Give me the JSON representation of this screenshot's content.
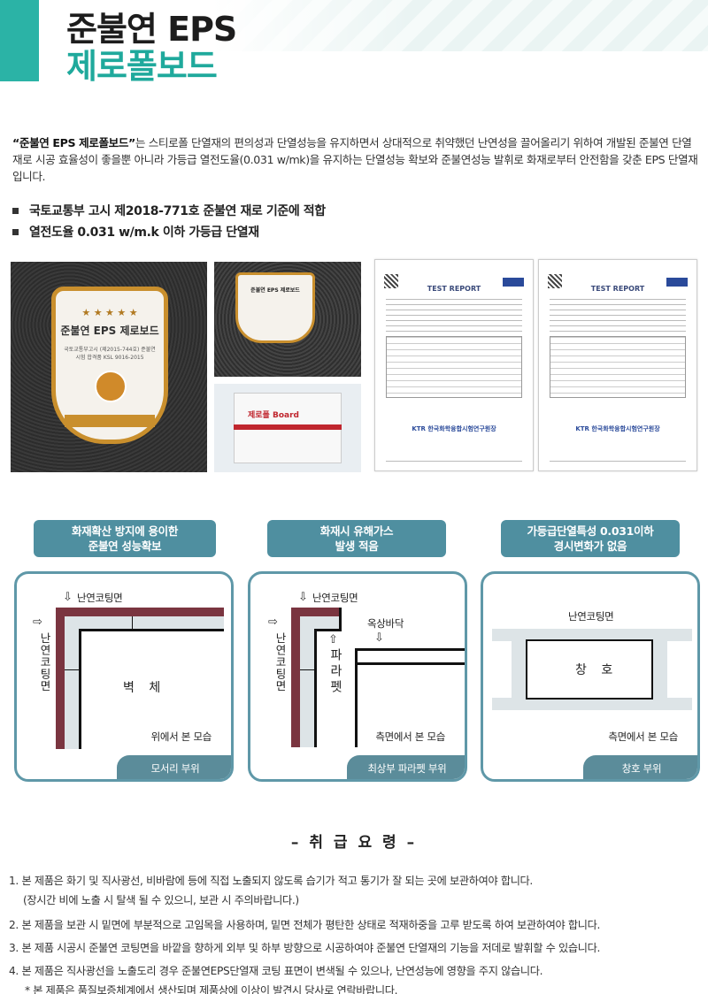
{
  "header": {
    "title_line1": "준불연 EPS",
    "title_line2": "제로폴보드",
    "accent_color": "#2bb3a6"
  },
  "intro": {
    "product_name": "“준불연 EPS 제로폴보드”",
    "description": "는 스티로폴 단열재의 편의성과 단열성능을 유지하면서 상대적으로 취약했던 난연성을 끌어올리기 위하여 개발된 준불연 단열재로 시공 효율성이 좋을뿐 아니라 가등급 열전도율(0.031 w/mk)을 유지하는 단열성능 확보와 준불연성능 발휘로 화재로부터 안전함을 갖춘 EPS 단열재입니다."
  },
  "bullets": [
    "국토교통부 고시 제2018-771호 준불연 재로 기준에 적합",
    "열전도율 0.031 w/m.k 이하 가등급 단열재"
  ],
  "photos": {
    "badge": {
      "stars": "★ ★ ★ ★ ★",
      "title": "준불연 EPS 제로보드",
      "subtitle": "국토교통부고시 (제2015-744호) 준불연 시험 합격품 KSL 9016-2015"
    },
    "box_badge": "준불연 EPS 제로보드",
    "pack_brand": "제로폴 Board"
  },
  "reports": [
    {
      "title": "TEST REPORT",
      "issuer": "KTR 한국화학융합시험연구원장"
    },
    {
      "title": "TEST REPORT",
      "issuer": "KTR 한국화학융합시험연구원장"
    }
  ],
  "features": [
    {
      "label_line1": "화재확산 방지에 용이한",
      "label_line2": "준불연 성능확보",
      "top_coating": "난연코팅면",
      "side_coating": "난연코팅면",
      "center": "벽 체",
      "view": "위에서 본 모습",
      "tag": "모서리 부위"
    },
    {
      "label_line1": "화재시 유해가스",
      "label_line2": "발생 적음",
      "top_coating": "난연코팅면",
      "side_coating": "난연코팅면",
      "parapet": "파라펫",
      "roof_floor": "옥상바닥",
      "view": "측면에서 본 모습",
      "tag": "최상부 파라펫 부위"
    },
    {
      "label_line1": "가등급단열특성 0.031이하",
      "label_line2": "경시변화가 없음",
      "coating": "난연코팅면",
      "center": "창 호",
      "view": "측면에서 본 모습",
      "tag": "창호 부위"
    }
  ],
  "guide": {
    "title": "– 취 급 요 령 –",
    "items": [
      "1. 본 제품은 화기 및 직사광선, 비바람에 등에 직접 노출되지 않도록 습기가 적고 통기가 잘 되는 곳에 보관하여야 합니다.",
      "(장시간 비에 노출 시 탈색 될 수 있으니, 보관 시 주의바랍니다.)",
      "2. 본 제품을 보관 시 밑면에 부분적으로 고임목을 사용하며, 밑면 전체가 평탄한 상태로 적재하중을 고루 받도록 하여 보관하여야 합니다.",
      "3. 본 제품 시공시 준불연 코팅면을 바깥을 향하게 외부 및 하부 방향으로 시공하여야 준불연 단열재의 기능을 저데로 발휘할 수 있습니다.",
      "4. 본 제품은 직사광선을 노출도리 경우 준불연EPS단열재 코팅 표면이 변색될 수 있으나, 난연성능에 영향을 주지 않습니다.",
      "* 본 제품은 품질보증체계에서 생산되며 제품상에 이상이 발견시 당사로 연락바랍니다."
    ]
  }
}
